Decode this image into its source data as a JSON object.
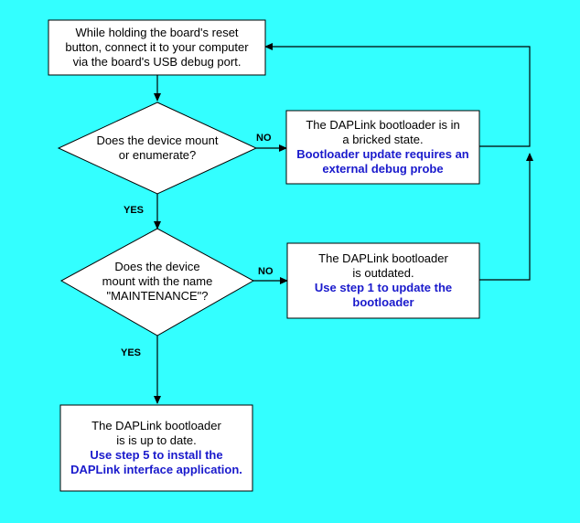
{
  "colors": {
    "background": "#33ffff",
    "box_fill": "#ffffff",
    "stroke": "#000000",
    "highlight_text": "#1a1acc"
  },
  "nodes": {
    "start": {
      "lines": [
        "While holding the board's reset",
        "button, connect it to your computer",
        "via the board's USB debug port."
      ]
    },
    "decision1": {
      "lines": [
        "Does the device mount",
        "or enumerate?"
      ]
    },
    "bricked": {
      "lines": [
        "The DAPLink bootloader is in",
        "a bricked state."
      ],
      "highlight": [
        "Bootloader update requires an",
        "external debug probe"
      ]
    },
    "decision2": {
      "lines": [
        "Does the device",
        "mount with the name",
        "\"MAINTENANCE\"?"
      ]
    },
    "outdated": {
      "lines": [
        "The DAPLink bootloader",
        "is outdated."
      ],
      "highlight": [
        "Use step 1 to update the",
        "bootloader"
      ]
    },
    "uptodate": {
      "lines": [
        "The DAPLink bootloader",
        "is is up to date."
      ],
      "highlight": [
        "Use step 5 to install the",
        "DAPLink interface application."
      ]
    }
  },
  "edge_labels": {
    "d1_no": "NO",
    "d1_yes": "YES",
    "d2_no": "NO",
    "d2_yes": "YES"
  }
}
